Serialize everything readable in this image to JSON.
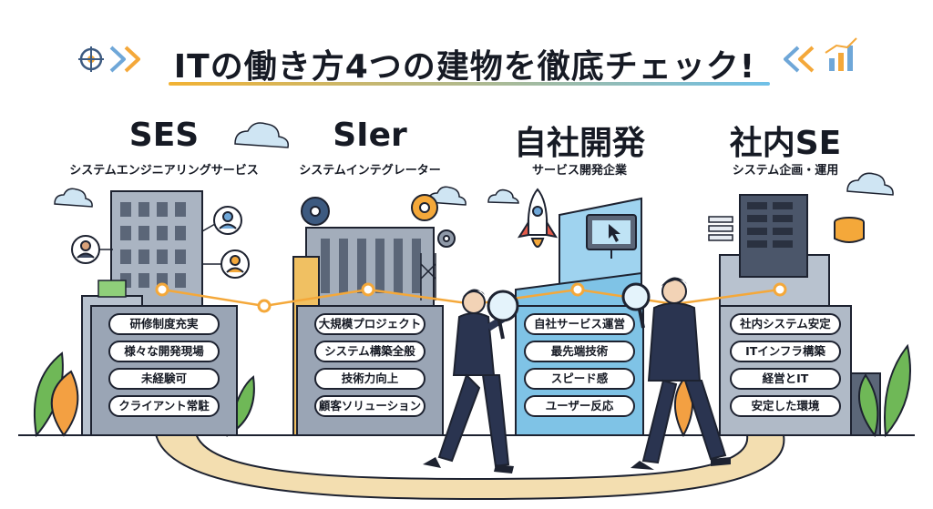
{
  "title": "ITの働き方4つの建物を徹底チェック!",
  "colors": {
    "accent_orange": "#f4a83a",
    "title_underline_start": "#f2b233",
    "title_underline_end": "#6fc0e8",
    "building_gray": "#8f99a8",
    "building_dark": "#5b6678",
    "glass_blue": "#7fc3e6",
    "suit_navy": "#2a3450",
    "path_tan": "#f3deb0",
    "leaf_green": "#6fb857",
    "leaf_orange": "#f3a042"
  },
  "columns": [
    {
      "title": "SES",
      "subtitle": "システムエンジニアリングサービス",
      "features": [
        "研修制度充実",
        "様々な開発現場",
        "未経験可",
        "クライアント常駐"
      ]
    },
    {
      "title": "SIer",
      "subtitle": "システムインテグレーター",
      "features": [
        "大規模プロジェクト",
        "システム構築全般",
        "技術力向上",
        "顧客ソリューション"
      ]
    },
    {
      "title": "自社開発",
      "subtitle": "サービス開発企業",
      "features": [
        "自社サービス運営",
        "最先端技術",
        "スピード感",
        "ユーザー反応"
      ]
    },
    {
      "title": "社内SE",
      "subtitle": "システム企画・運用",
      "features": [
        "社内システム安定",
        "ITインフラ構築",
        "経営とIT",
        "安定した環境"
      ]
    }
  ],
  "icons": [
    "target-icon",
    "double-chevron-right-icon",
    "double-chevron-left-icon",
    "bar-chart-up-icon",
    "user-icon",
    "gear-icon",
    "rocket-icon",
    "cursor-icon",
    "magnifying-glass-icon",
    "server-icon",
    "database-icon",
    "cloud-icon"
  ]
}
